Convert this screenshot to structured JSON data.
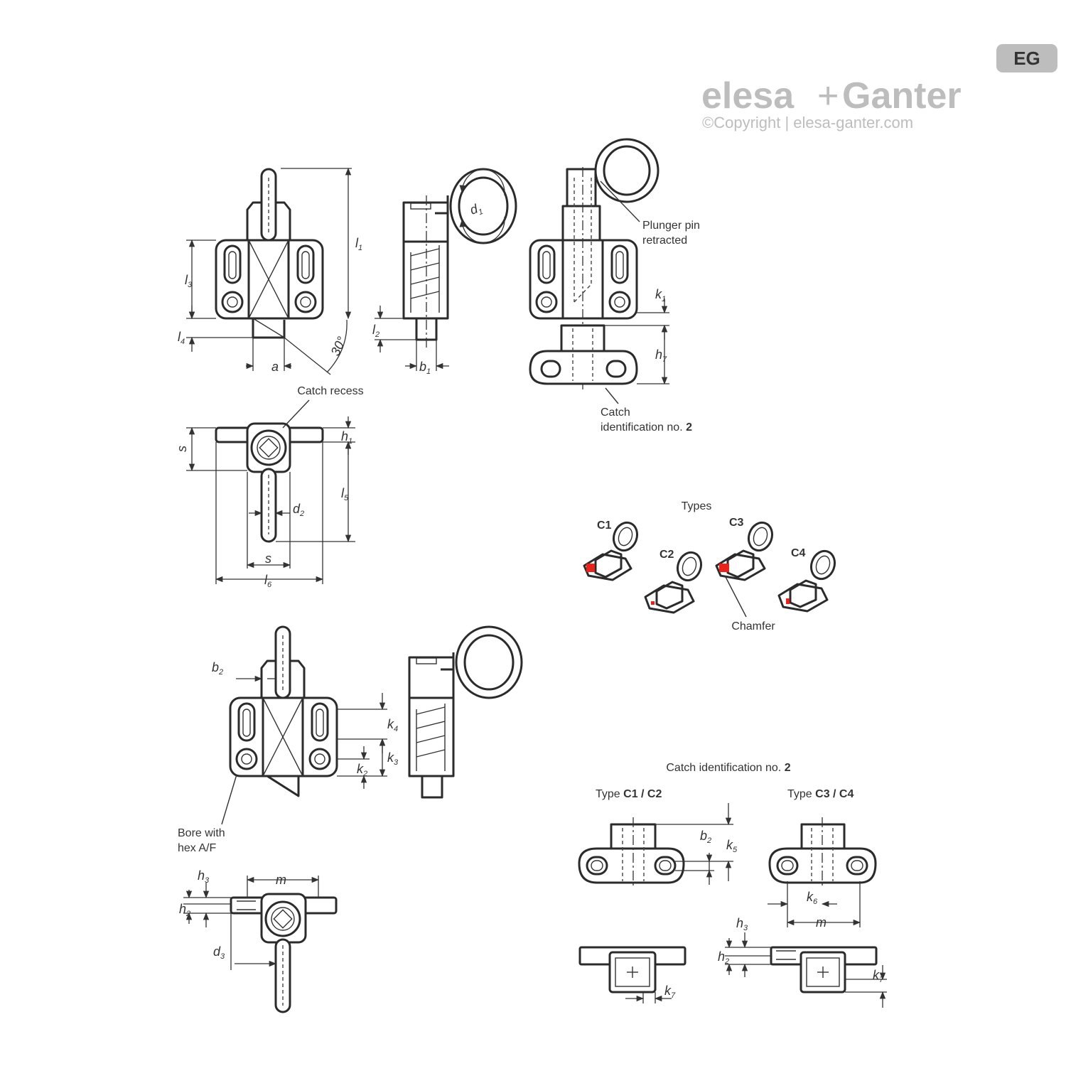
{
  "logo": {
    "brand_left": "elesa",
    "brand_plus": "+",
    "brand_right": "Ganter",
    "copyright": "©Copyright | elesa-ganter.com",
    "badge": "EG"
  },
  "callouts": {
    "catch_recess": "Catch recess",
    "plunger_pin_1": "Plunger pin",
    "plunger_pin_2": "retracted",
    "catch_id_1": "Catch",
    "catch_id_2": "identification no. ",
    "catch_id_num": "2",
    "types_title": "Types",
    "chamfer": "Chamfer",
    "bore_1": "Bore with",
    "bore_2": "hex A/F",
    "catch_id_title": "Catch identification no. ",
    "catch_id_title_num": "2",
    "type_prefix": "Type ",
    "type_c1c2": "C1 / C2",
    "type_c3c4": "C3 / C4"
  },
  "types": [
    "C1",
    "C2",
    "C3",
    "C4"
  ],
  "dims": {
    "l1": "l",
    "l1_sub": "1",
    "l3": "l",
    "l3_sub": "3",
    "l4": "l",
    "l4_sub": "4",
    "angle": "30°",
    "a": "a",
    "d1": "d",
    "d1_sub": "1",
    "l2": "l",
    "l2_sub": "2",
    "b1": "b",
    "b1_sub": "1",
    "k1": "k",
    "k1_sub": "1",
    "h7": "h",
    "h7_sub": "7",
    "s": "s",
    "h1": "h",
    "h1_sub": "1",
    "l5": "l",
    "l5_sub": "5",
    "d2": "d",
    "d2_sub": "2",
    "l6": "l",
    "l6_sub": "6",
    "b2": "b",
    "b2_sub": "2",
    "k4": "k",
    "k4_sub": "4",
    "k3": "k",
    "k3_sub": "3",
    "k2": "k",
    "k2_sub": "2",
    "h3": "h",
    "h3_sub": "3",
    "h2": "h",
    "h2_sub": "2",
    "m": "m",
    "d3": "d",
    "d3_sub": "3",
    "k5": "k",
    "k5_sub": "5",
    "k6": "k",
    "k6_sub": "6",
    "k7": "k",
    "k7_sub": "7"
  },
  "colors": {
    "line": "#2b2b2b",
    "logo_grey": "#bdbdbd",
    "chamfer_red": "#e8231b"
  }
}
